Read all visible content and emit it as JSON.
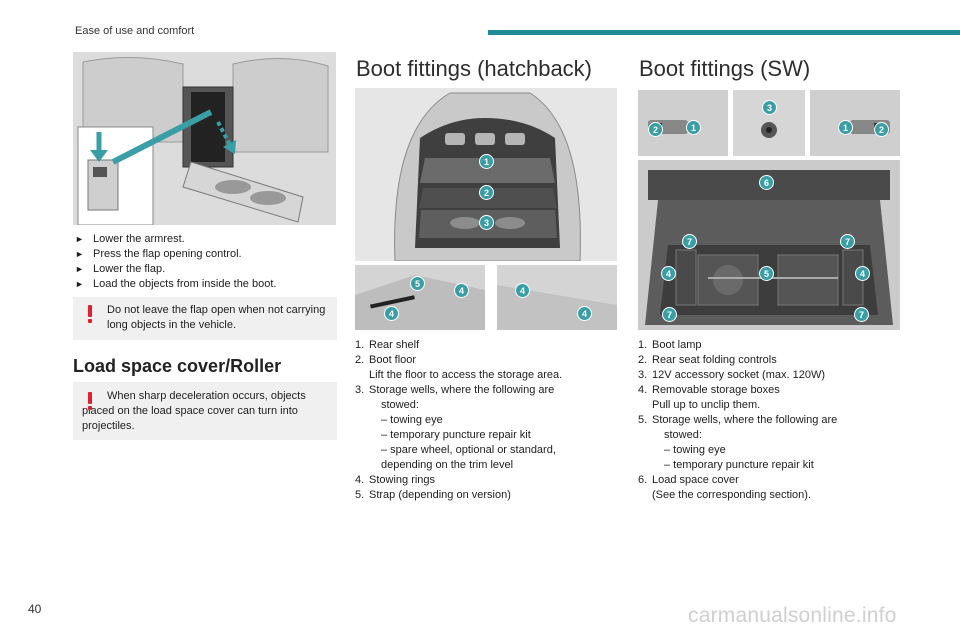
{
  "header": {
    "section": "Ease of use and comfort",
    "page_number": "40"
  },
  "watermark": "carmanualsonline.info",
  "col1": {
    "steps": [
      "Lower the armrest.",
      "Press the flap opening control.",
      "Lower the flap.",
      "Load the objects from inside the boot."
    ],
    "warning1": "Do not leave the flap open when not carrying long objects in the vehicle.",
    "heading": "Load space cover/Roller",
    "warning2": "When sharp deceleration occurs, objects placed on the load space cover can turn into projectiles."
  },
  "col2": {
    "heading": "Boot fittings (hatchback)",
    "callouts": [
      "1",
      "2",
      "3",
      "5",
      "4",
      "4",
      "4",
      "4"
    ],
    "items": [
      {
        "num": "1.",
        "text": "Rear shelf"
      },
      {
        "num": "2.",
        "text": "Boot floor",
        "detail": "Lift the floor to access the storage area."
      },
      {
        "num": "3.",
        "text": "Storage wells, where the following are",
        "text2": "stowed:",
        "dashes": [
          "– towing eye",
          "– temporary puncture repair kit",
          "– spare wheel, optional or standard,"
        ],
        "tail": "depending on the trim level"
      },
      {
        "num": "4.",
        "text": "Stowing rings"
      },
      {
        "num": "5.",
        "text": "Strap (depending on version)"
      }
    ]
  },
  "col3": {
    "heading": "Boot fittings (SW)",
    "callouts": [
      "2",
      "1",
      "3",
      "1",
      "2",
      "6",
      "7",
      "7",
      "4",
      "5",
      "4",
      "7",
      "7"
    ],
    "items": [
      {
        "num": "1.",
        "text": "Boot lamp"
      },
      {
        "num": "2.",
        "text": "Rear seat folding controls"
      },
      {
        "num": "3.",
        "text": "12V accessory socket (max. 120W)"
      },
      {
        "num": "4.",
        "text": "Removable storage boxes",
        "detail": "Pull up to unclip them."
      },
      {
        "num": "5.",
        "text": "Storage wells, where the following are",
        "text2": "stowed:",
        "dashes": [
          "– towing eye",
          "– temporary puncture repair kit"
        ]
      },
      {
        "num": "6.",
        "text": "Load space cover",
        "detail": "(See the corresponding section)."
      }
    ]
  }
}
